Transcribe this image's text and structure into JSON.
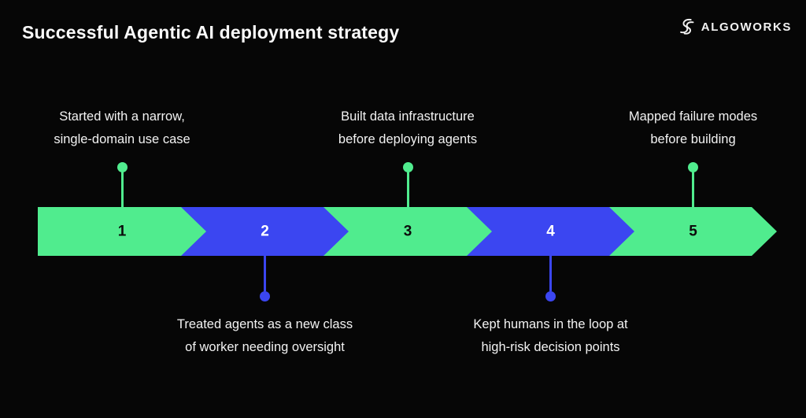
{
  "page": {
    "title": "Successful Agentic AI deployment strategy"
  },
  "logo": {
    "text": "ALGOWORKS",
    "icon": "algoworks-squiggle-icon"
  },
  "colors": {
    "background": "#060606",
    "green": "#50EC8E",
    "blue": "#3B46F1",
    "number_on_green": "#0c0c0c",
    "number_on_blue": "#ffffff",
    "label_text": "#f2f2f2"
  },
  "timeline": {
    "segments": [
      {
        "number": "1",
        "color": "green",
        "callout": {
          "position": "top",
          "lines": [
            "Started with a narrow,",
            "single-domain use case"
          ]
        }
      },
      {
        "number": "2",
        "color": "blue",
        "callout": {
          "position": "bottom",
          "lines": [
            "Treated agents as a new class",
            "of worker needing oversight"
          ]
        }
      },
      {
        "number": "3",
        "color": "green",
        "callout": {
          "position": "top",
          "lines": [
            "Built data infrastructure",
            "before deploying agents"
          ]
        }
      },
      {
        "number": "4",
        "color": "blue",
        "callout": {
          "position": "bottom",
          "lines": [
            "Kept humans in the loop at",
            "high-risk decision points"
          ]
        }
      },
      {
        "number": "5",
        "color": "green",
        "callout": {
          "position": "top",
          "lines": [
            "Mapped failure modes",
            "before building"
          ]
        }
      }
    ]
  }
}
